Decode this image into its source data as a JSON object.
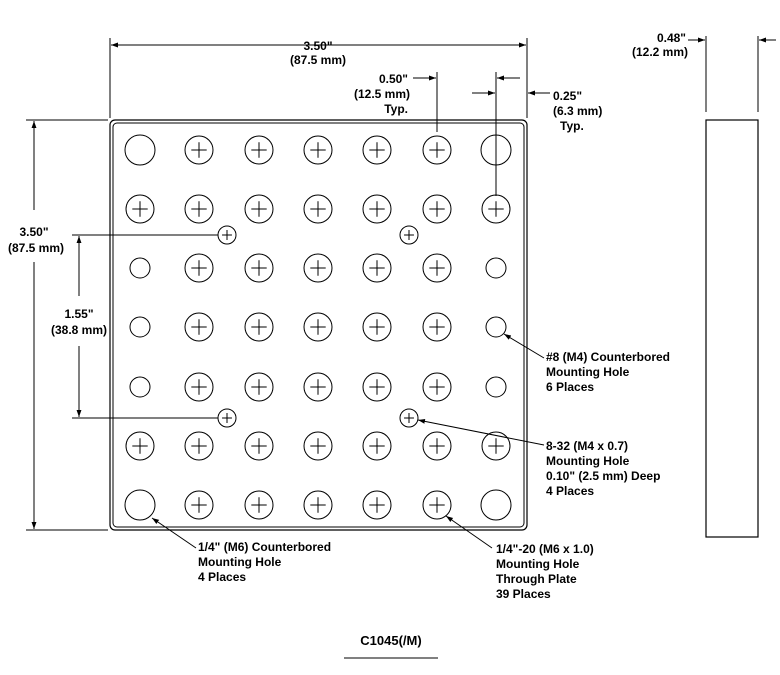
{
  "dimensions": {
    "width": {
      "line1": "3.50\"",
      "line2": "(87.5 mm)"
    },
    "height": {
      "line1": "3.50\"",
      "line2": "(87.5 mm)"
    },
    "thickness": {
      "line1": "0.48\"",
      "line2": "(12.2 mm)"
    },
    "hole_spacing": {
      "line1": "0.50\"",
      "line2": "(12.5 mm)",
      "line3": "Typ."
    },
    "edge_offset": {
      "line1": "0.25\"",
      "line2": "(6.3 mm)",
      "line3": "Typ."
    },
    "tapped_spacing": {
      "line1": "1.55\"",
      "line2": "(38.8 mm)"
    }
  },
  "callouts": {
    "m4_counterbore": {
      "line1": "#8 (M4) Counterbored",
      "line2": "Mounting Hole",
      "line3": "6 Places"
    },
    "m4_tapped": {
      "line1": "8-32 (M4 x 0.7)",
      "line2": "Mounting Hole",
      "line3": "0.10\" (2.5 mm) Deep",
      "line4": "4 Places"
    },
    "m6_counterbore": {
      "line1": "1/4\" (M6) Counterbored",
      "line2": "Mounting Hole",
      "line3": "4 Places"
    },
    "m6_tapped": {
      "line1": "1/4\"-20 (M6 x 1.0)",
      "line2": "Mounting Hole",
      "line3": "Through Plate",
      "line4": "39 Places"
    }
  },
  "part_number": "C1045(/M)"
}
